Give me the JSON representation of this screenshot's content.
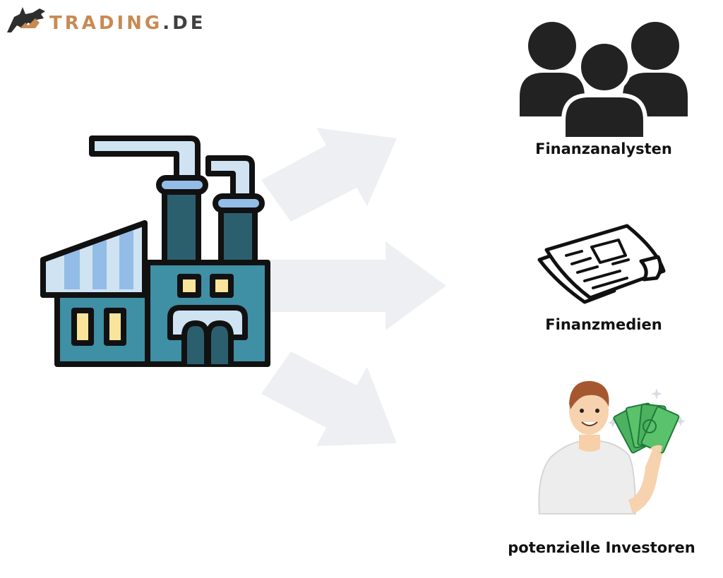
{
  "logo": {
    "text_main": "TRADING",
    "text_suffix": ".DE",
    "icon": "bull-icon",
    "brand_color": "#c88a53",
    "suffix_color": "#3f3f3f"
  },
  "source": {
    "icon": "factory-icon",
    "colors": {
      "wall": "#3f8fa5",
      "dark": "#2c5f6e",
      "pipe": "#cfe3f2",
      "window": "#f8e49a",
      "roof": "#93bde6"
    }
  },
  "arrows": {
    "color": "#eeeff2",
    "directions": [
      "up-right",
      "right",
      "down-right"
    ]
  },
  "targets": [
    {
      "icon": "people-group-icon",
      "label": "Finanzanalysten"
    },
    {
      "icon": "newspaper-icon",
      "label": "Finanzmedien"
    },
    {
      "icon": "investor-with-money-icon",
      "label": "potenzielle Investoren"
    }
  ]
}
